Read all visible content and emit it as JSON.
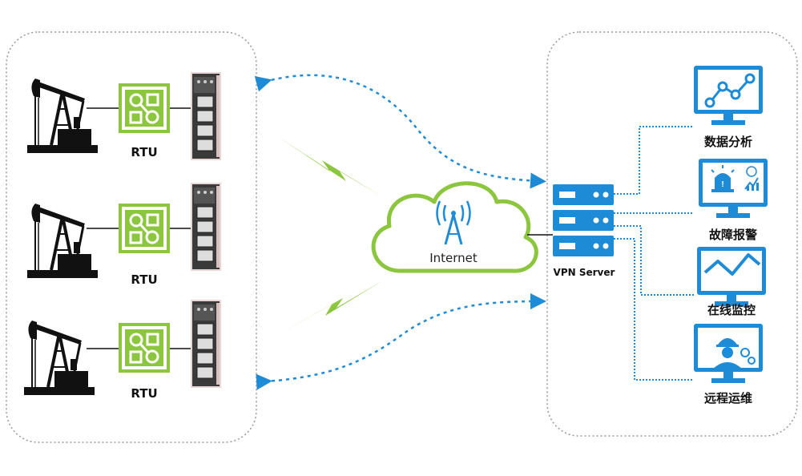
{
  "left_group": {
    "rtu_label": "RTU"
  },
  "cloud": {
    "label": "Internet"
  },
  "server": {
    "label": "VPN Server"
  },
  "apps": [
    {
      "label": "数据分析",
      "icon": "analytics-monitor-icon"
    },
    {
      "label": "故障报警",
      "icon": "alarm-monitor-icon"
    },
    {
      "label": "在线监控",
      "icon": "trend-monitor-icon"
    },
    {
      "label": "远程运维",
      "icon": "engineer-monitor-icon"
    }
  ],
  "colors": {
    "green": "#8cc63f",
    "blue": "#1e8bd6",
    "black": "#111111",
    "dotted_border": "#999999"
  }
}
